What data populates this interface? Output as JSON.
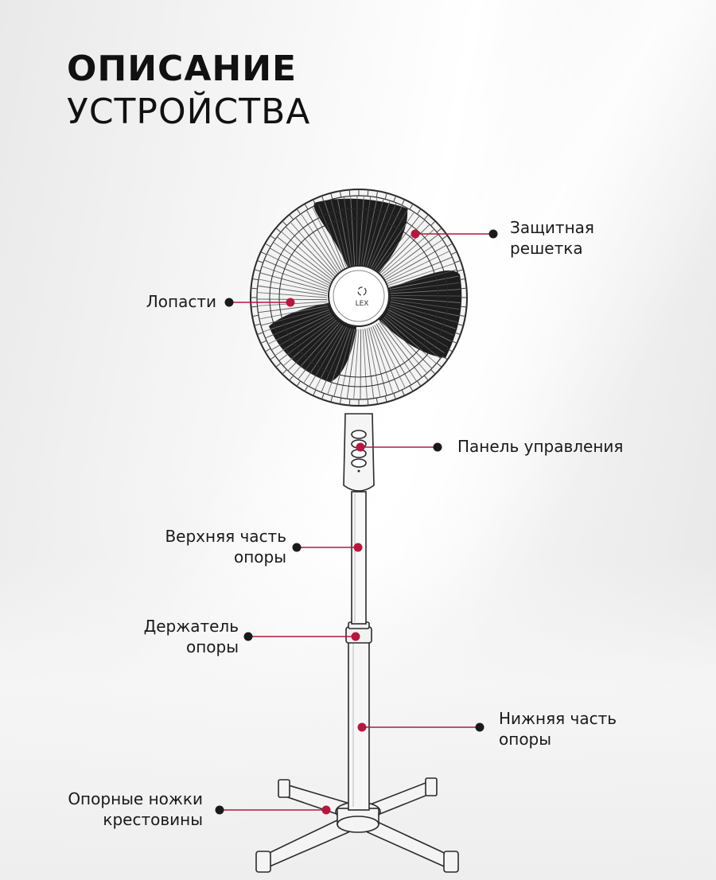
{
  "title": {
    "line1": "ОПИСАНИЕ",
    "line2": "УСТРОЙСТВА"
  },
  "brand_logo": "LEX",
  "callouts": {
    "guard": {
      "lines": [
        "Защитная",
        "решетка"
      ]
    },
    "blades": {
      "lines": [
        "Лопасти"
      ]
    },
    "control_panel": {
      "lines": [
        "Панель управления"
      ]
    },
    "upper_pole": {
      "lines": [
        "Верхняя часть",
        "опоры"
      ]
    },
    "pole_holder": {
      "lines": [
        "Держатель",
        "опоры"
      ]
    },
    "lower_pole": {
      "lines": [
        "Нижняя часть",
        "опоры"
      ]
    },
    "cross_legs": {
      "lines": [
        "Опорные ножки",
        "крестовины"
      ]
    }
  },
  "colors": {
    "accent": "#b5173f",
    "line": "#1a1a1a",
    "outline": "#2a2a2a"
  }
}
